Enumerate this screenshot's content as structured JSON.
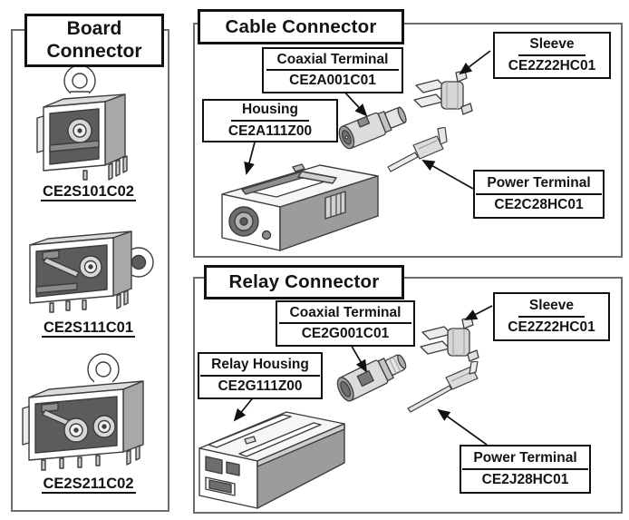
{
  "colors": {
    "ink": "#141414",
    "panel_border": "#6e6e6e",
    "shade_dark": "#5c5c5c",
    "shade_mid": "#9c9c9c"
  },
  "board_panel": {
    "title": "Board Connector",
    "parts": [
      {
        "part_number": "CE2S101C02"
      },
      {
        "part_number": "CE2S111C01"
      },
      {
        "part_number": "CE2S211C02"
      }
    ]
  },
  "cable_panel": {
    "title": "Cable Connector",
    "coaxial_terminal": {
      "label": "Coaxial Terminal",
      "part_number": "CE2A001C01"
    },
    "housing": {
      "label": "Housing",
      "part_number": "CE2A111Z00"
    },
    "sleeve": {
      "label": "Sleeve",
      "part_number": "CE2Z22HC01"
    },
    "power_terminal": {
      "label": "Power Terminal",
      "part_number": "CE2C28HC01"
    }
  },
  "relay_panel": {
    "title": "Relay Connector",
    "coaxial_terminal": {
      "label": "Coaxial Terminal",
      "part_number": "CE2G001C01"
    },
    "relay_housing": {
      "label": "Relay Housing",
      "part_number": "CE2G111Z00"
    },
    "sleeve": {
      "label": "Sleeve",
      "part_number": "CE2Z22HC01"
    },
    "power_terminal": {
      "label": "Power Terminal",
      "part_number": "CE2J28HC01"
    }
  }
}
